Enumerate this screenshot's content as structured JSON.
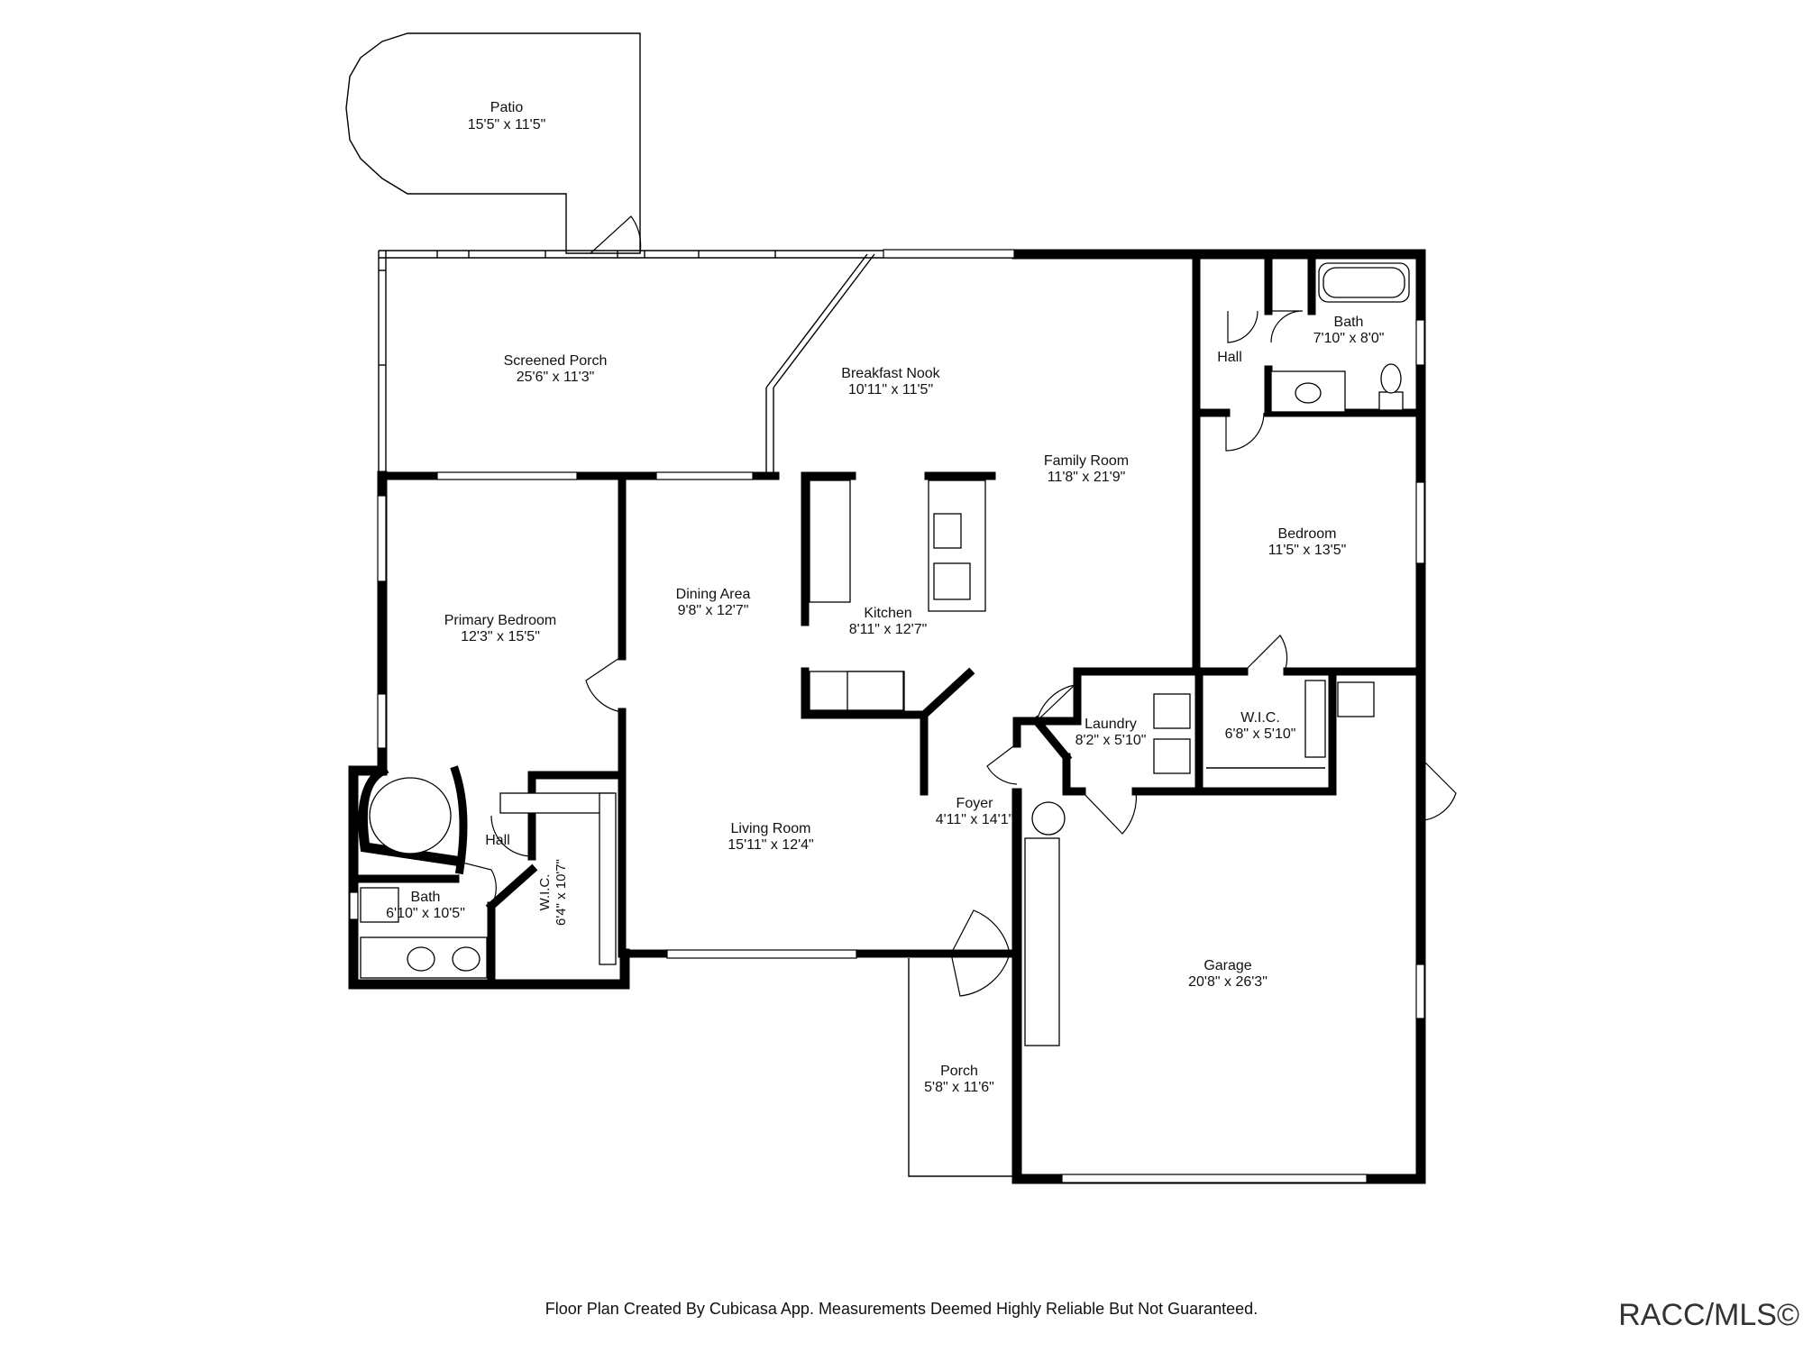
{
  "rooms": {
    "patio": {
      "name": "Patio",
      "dim": "15'5\" x 11'5\""
    },
    "screened_porch": {
      "name": "Screened Porch",
      "dim": "25'6\" x 11'3\""
    },
    "breakfast_nook": {
      "name": "Breakfast Nook",
      "dim": "10'11\" x 11'5\""
    },
    "family_room": {
      "name": "Family Room",
      "dim": "11'8\" x 21'9\""
    },
    "hall_top": {
      "name": "Hall"
    },
    "bath_top": {
      "name": "Bath",
      "dim": "7'10\" x 8'0\""
    },
    "bedroom": {
      "name": "Bedroom",
      "dim": "11'5\" x 13'5\""
    },
    "primary_bedroom": {
      "name": "Primary Bedroom",
      "dim": "12'3\" x 15'5\""
    },
    "dining_area": {
      "name": "Dining Area",
      "dim": "9'8\" x 12'7\""
    },
    "kitchen": {
      "name": "Kitchen",
      "dim": "8'11\" x 12'7\""
    },
    "laundry": {
      "name": "Laundry",
      "dim": "8'2\" x 5'10\""
    },
    "wic_right": {
      "name": "W.I.C.",
      "dim": "6'8\" x 5'10\""
    },
    "foyer": {
      "name": "Foyer",
      "dim": "4'11\" x 14'1\""
    },
    "living_room": {
      "name": "Living Room",
      "dim": "15'11\" x 12'4\""
    },
    "hall_left": {
      "name": "Hall"
    },
    "bath_left": {
      "name": "Bath",
      "dim": "6'10\" x 10'5\""
    },
    "wic_left": {
      "name": "W.I.C.",
      "dim": "6'4\" x 10'7\""
    },
    "garage": {
      "name": "Garage",
      "dim": "20'8\" x 26'3\""
    },
    "porch": {
      "name": "Porch",
      "dim": "5'8\" x 11'6\""
    }
  },
  "footer": {
    "disclaimer": "Floor Plan Created By Cubicasa App. Measurements Deemed Highly Reliable But Not Guaranteed.",
    "copyright": "RACC/MLS©"
  }
}
